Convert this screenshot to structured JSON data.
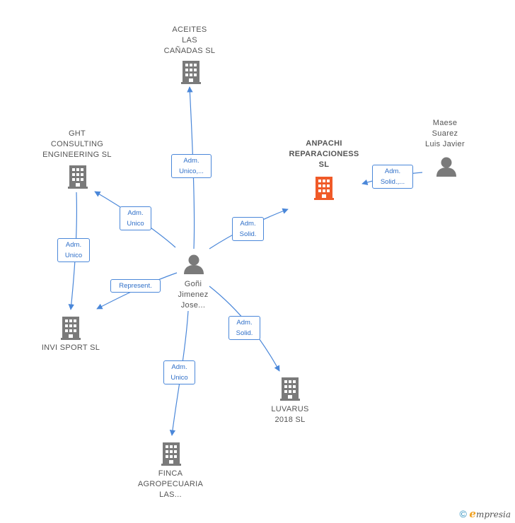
{
  "colors": {
    "edge": "#4a87d9",
    "building": "#7a7a7a",
    "focus_building": "#f05a28",
    "person": "#7a7a7a"
  },
  "nodes": {
    "aceites": {
      "label": "ACEITES\nLAS\nCAÑADAS SL",
      "icon": "building-icon"
    },
    "ght": {
      "label": "GHT\nCONSULTING\nENGINEERING SL",
      "icon": "building-icon"
    },
    "anpachi": {
      "label": "ANPACHI\nREPARACIONESS\nSL",
      "icon": "building-icon"
    },
    "maese": {
      "label": "Maese\nSuarez\nLuis Javier",
      "icon": "person-icon"
    },
    "gonhi": {
      "label": "Goñi\nJimenez\nJose...",
      "icon": "person-icon"
    },
    "invi": {
      "label": "INVI SPORT SL",
      "icon": "building-icon"
    },
    "luvarus": {
      "label": "LUVARUS\n2018 SL",
      "icon": "building-icon"
    },
    "finca": {
      "label": "FINCA\nAGROPECUARIA\nLAS...",
      "icon": "building-icon"
    }
  },
  "edges": {
    "to_aceites": "Adm.\nUnico,...",
    "to_ght": "Adm.\nUnico",
    "to_anpachi": "Adm.\nSolid.",
    "maese_anpachi": "Adm.\nSolid.,...",
    "ght_invi": "Adm.\nUnico",
    "to_invi": "Represent.",
    "to_luvarus": "Adm.\nSolid.",
    "to_finca": "Adm.\nUnico"
  },
  "footer": {
    "copyright_symbol": "©",
    "brand_initial": "e",
    "brand_rest": "mpresia"
  }
}
